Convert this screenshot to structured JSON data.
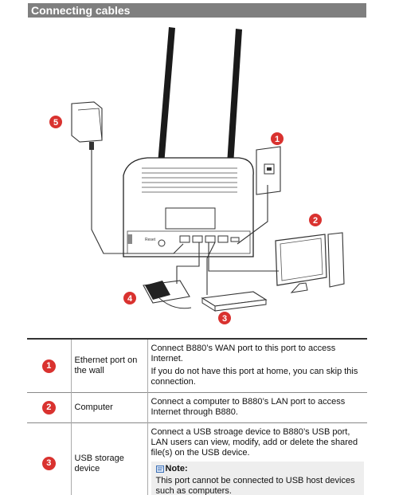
{
  "section": {
    "title": "Connecting cables"
  },
  "callouts": [
    "5",
    "1",
    "2",
    "4",
    "3"
  ],
  "router": {
    "brand": "Reset"
  },
  "rows": [
    {
      "badge": "1",
      "name": "Ethernet port on the wall",
      "desc": [
        "Connect B880’s WAN port to this port to access Internet.",
        "If you do not have this port at home, you can skip this connection."
      ]
    },
    {
      "badge": "2",
      "name": "Computer",
      "desc": [
        "Connect a computer to B880’s LAN port to access Internet through B880."
      ]
    },
    {
      "badge": "3",
      "name": "USB storage device",
      "desc": [
        "Connect a USB stroage device to B880’s USB port, LAN users can view, modify, add or delete the shared file(s) on the USB device."
      ],
      "note": {
        "label": "Note:",
        "text": "This port cannot be connected to USB host devices such as computers."
      }
    }
  ]
}
